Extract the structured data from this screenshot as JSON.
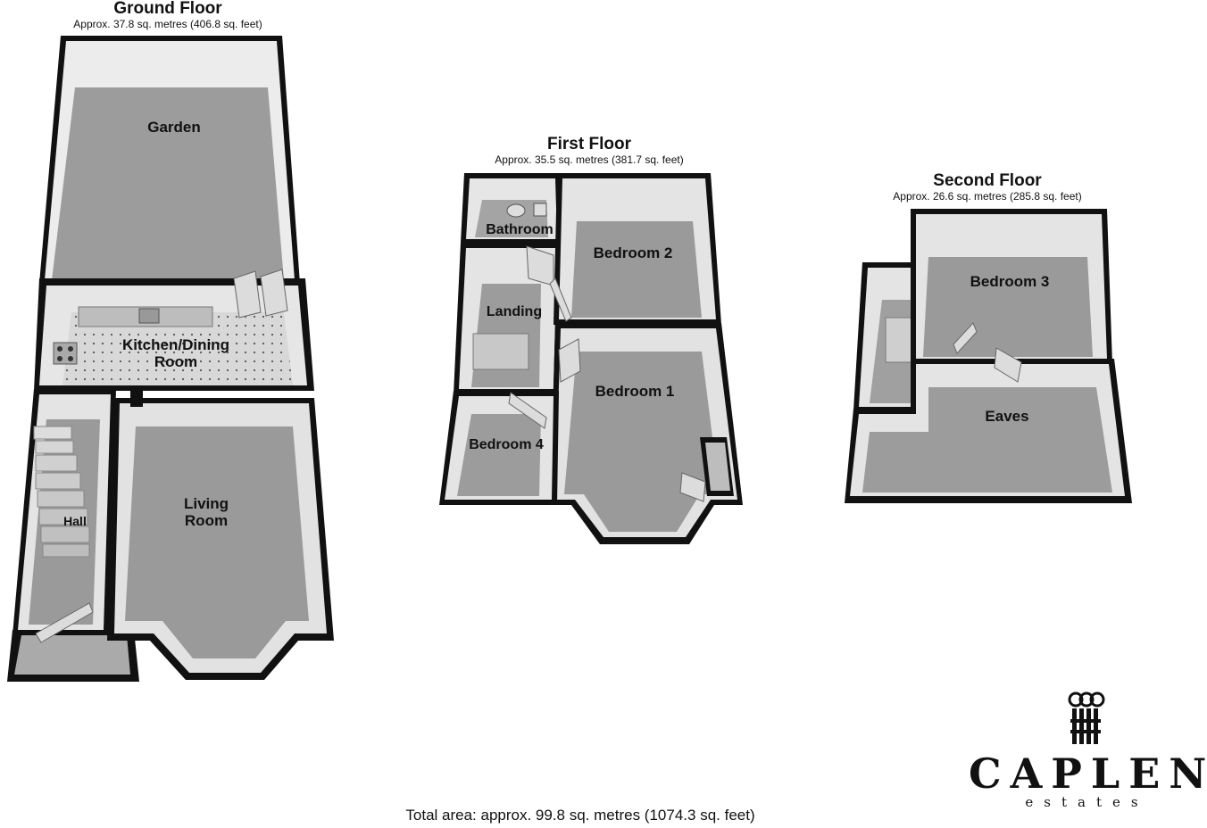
{
  "floors": {
    "ground": {
      "title": "Ground Floor",
      "area": "Approx. 37.8 sq. metres (406.8 sq. feet)"
    },
    "first": {
      "title": "First Floor",
      "area": "Approx. 35.5 sq. metres (381.7 sq. feet)"
    },
    "second": {
      "title": "Second Floor",
      "area": "Approx. 26.6 sq. metres (285.8 sq. feet)"
    }
  },
  "rooms": {
    "garden": "Garden",
    "kitchen_1": "Kitchen/Dining",
    "kitchen_2": "Room",
    "hall": "Hall",
    "living_1": "Living",
    "living_2": "Room",
    "bathroom": "Bathroom",
    "landing": "Landing",
    "bedroom2": "Bedroom 2",
    "bedroom1": "Bedroom 1",
    "bedroom4": "Bedroom 4",
    "bedroom3": "Bedroom 3",
    "eaves": "Eaves"
  },
  "total_area": "Total area: approx. 99.8 sq. metres (1074.3 sq. feet)",
  "brand": {
    "name": "CAPLEN",
    "tagline": "estates"
  }
}
